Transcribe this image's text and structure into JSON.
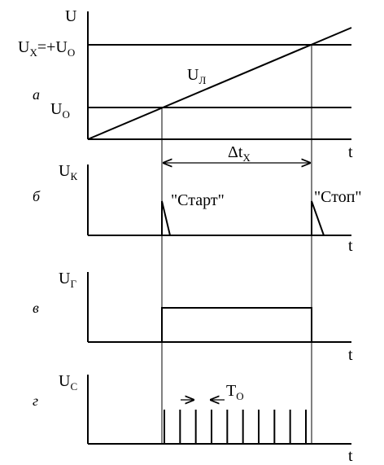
{
  "panels": [
    {
      "letter": "а",
      "y_axis_main": "U",
      "y_axis_sub": "",
      "x_axis": "t"
    },
    {
      "letter": "б",
      "y_axis_main": "U",
      "y_axis_sub": "К",
      "x_axis": "t"
    },
    {
      "letter": "в",
      "y_axis_main": "U",
      "y_axis_sub": "Г",
      "x_axis": "t"
    },
    {
      "letter": "г",
      "y_axis_main": "U",
      "y_axis_sub": "С",
      "x_axis": "t"
    }
  ],
  "panel_a": {
    "level_top_label": {
      "main1": "U",
      "sub1": "Х",
      "eq": "=+U",
      "sub2": "О"
    },
    "level_bottom_label": {
      "main": "U",
      "sub": "О"
    },
    "ramp_label": {
      "main": "U",
      "sub": "Л"
    }
  },
  "interval": {
    "main": "Δt",
    "sub": "Х"
  },
  "panel_b": {
    "start": "\"Старт\"",
    "stop": "\"Стоп\""
  },
  "panel_d": {
    "period": {
      "main": "T",
      "sub": "О"
    },
    "pulse_count": 10
  }
}
